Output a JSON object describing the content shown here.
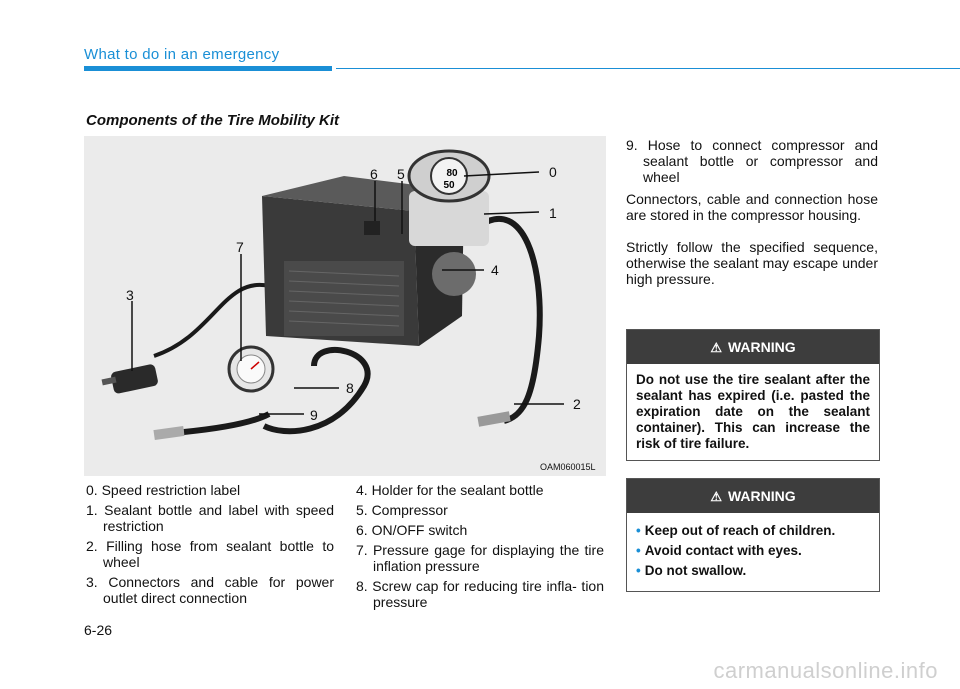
{
  "header": {
    "section": "What to do in an emergency"
  },
  "title": "Components of the Tire Mobility Kit",
  "figure": {
    "code": "OAM060015L",
    "callouts": [
      "0",
      "1",
      "2",
      "3",
      "4",
      "5",
      "6",
      "7",
      "8",
      "9"
    ],
    "gauge_text": [
      "80",
      "50"
    ]
  },
  "components_col1": [
    "0. Speed restriction label",
    "1. Sealant bottle and label with speed restriction",
    "2. Filling hose from sealant bottle to wheel",
    "3. Connectors and cable for power outlet direct connection"
  ],
  "components_col2": [
    "4. Holder for the sealant bottle",
    "5. Compressor",
    "6. ON/OFF switch",
    "7. Pressure gage for displaying the tire inflation pressure",
    "8. Screw cap for reducing tire infla- tion pressure"
  ],
  "components_col3": [
    "9. Hose to connect compressor and sealant bottle or compressor and wheel"
  ],
  "para1": "Connectors, cable and connection hose are stored in the compressor housing.",
  "para2": "Strictly follow the specified sequence, otherwise the sealant may escape under high pressure.",
  "warning1": {
    "heading": "WARNING",
    "text": "Do not use the tire sealant after the sealant has expired (i.e. pasted the expiration date on the sealant container). This can increase the risk of tire failure."
  },
  "warning2": {
    "heading": "WARNING",
    "bullets": [
      "Keep out of reach of children.",
      "Avoid contact with eyes.",
      "Do not swallow."
    ]
  },
  "page_number": "6-26",
  "watermark": "carmanualsonline.info",
  "colors": {
    "accent": "#1a8fd6",
    "warning_header": "#3d3d3d"
  }
}
